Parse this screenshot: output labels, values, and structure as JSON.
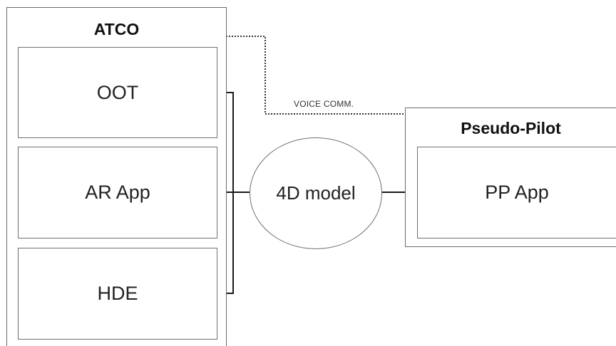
{
  "atco": {
    "title": "ATCO",
    "components": [
      "OOT",
      "AR App",
      "HDE"
    ]
  },
  "center": {
    "label": "4D model"
  },
  "pseudo_pilot": {
    "title": "Pseudo-Pilot",
    "component": "PP App"
  },
  "connection": {
    "voice_label": "VOICE COMM."
  }
}
